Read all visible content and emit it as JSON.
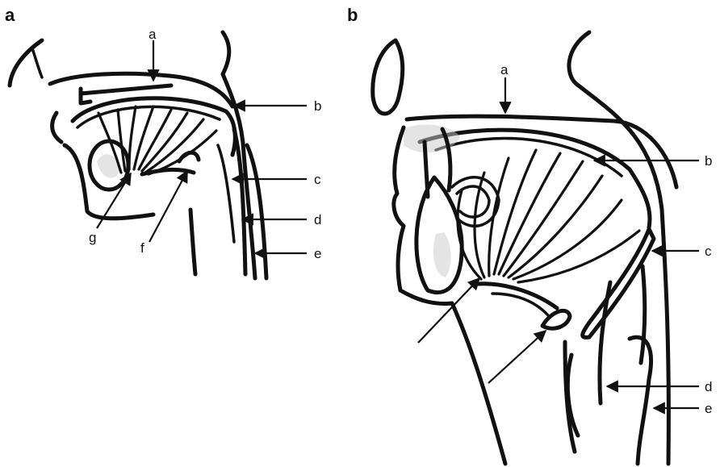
{
  "panels": [
    {
      "id": "a",
      "label": "a",
      "annotations": {
        "a": "a",
        "b": "b",
        "c": "c",
        "d": "d",
        "e": "e",
        "f": "f",
        "g": "g"
      }
    },
    {
      "id": "b",
      "label": "b",
      "annotations": {
        "a": "a",
        "b": "b",
        "c": "c",
        "d": "d",
        "e": "e"
      }
    }
  ],
  "colors": {
    "ink": "#111111",
    "background": "#ffffff",
    "shade": "#c9c9c9"
  }
}
